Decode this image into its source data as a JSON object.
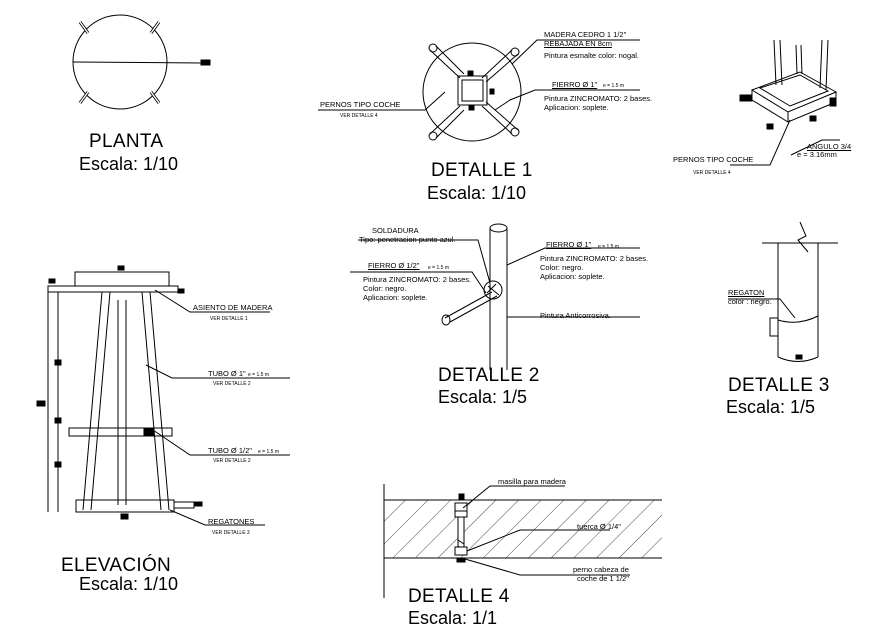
{
  "planta": {
    "title": "PLANTA",
    "scale": "Escala: 1/10"
  },
  "detalle1": {
    "title": "DETALLE 1",
    "scale": "Escala: 1/10",
    "madera_1": "MADERA CEDRO  1 1/2\"",
    "madera_2": "REBAJADA EN 8cm",
    "madera_3": "Pintura esmalte color: nogal.",
    "fierro": "FIERRO Ø 1\"",
    "fierro_e": "e = 1.5 m",
    "pintura_1": "Pintura ZINCROMATO: 2 bases.",
    "pintura_2": "Aplicacion: soplete.",
    "pernos": "PERNOS TIPO COCHE",
    "pernos_ref": "VER DETALLE 4"
  },
  "iso": {
    "pernos": "PERNOS TIPO COCHE",
    "pernos_ref": "VER DETALLE 4",
    "angulo": "ANGULO 3/4",
    "angulo_e": "e = 3.16mm"
  },
  "elevacion": {
    "title": "ELEVACIÓN",
    "scale": "Escala: 1/10",
    "asiento": "ASIENTO DE MADERA",
    "asiento_ref": "VER DETALLE 1",
    "tubo1": "TUBO Ø 1\"",
    "tubo1_e": "e = 1.5 m",
    "tubo1_ref": "VER DETALLE  2",
    "tubo2": "TUBO Ø 1/2\"",
    "tubo2_e": "e = 1.5 m",
    "tubo2_ref": "VER DETALLE  2",
    "regatones": "REGATONES",
    "regatones_ref": "VER DETALLE 3"
  },
  "detalle2": {
    "title": "DETALLE 2",
    "scale": "Escala: 1/5",
    "soldadura": "SOLDADURA",
    "soldadura_tipo": "Tipo: penetracion punto azul.",
    "fierro_half": "FIERRO Ø 1/2\"",
    "fierro_half_e": "e = 1.5 m",
    "left_1": "Pintura ZINCROMATO: 2 bases.",
    "left_2": "Color: negro.",
    "left_3": "Aplicacion: soplete.",
    "fierro_one": "FIERRO Ø 1\"",
    "fierro_one_e": "e = 1.5 m",
    "right_1": "Pintura ZINCROMATO: 2 bases.",
    "right_2": "Color: negro.",
    "right_3": "Aplicacion: soplete.",
    "anticorrosiva": "Pintura Anticorrosiva."
  },
  "detalle3": {
    "title": "DETALLE 3",
    "scale": "Escala: 1/5",
    "regaton": "REGATON",
    "regaton_color": "color : negro."
  },
  "detalle4": {
    "title": "DETALLE 4",
    "scale": "Escala: 1/1",
    "masilla": "masilla para madera",
    "tuerca": "tuerca Ø 1/4\"",
    "perno_1": "perno cabeza de",
    "perno_2": "coche de 1 1/2\""
  },
  "colors": {
    "ink": "#000000",
    "paper": "#ffffff"
  }
}
